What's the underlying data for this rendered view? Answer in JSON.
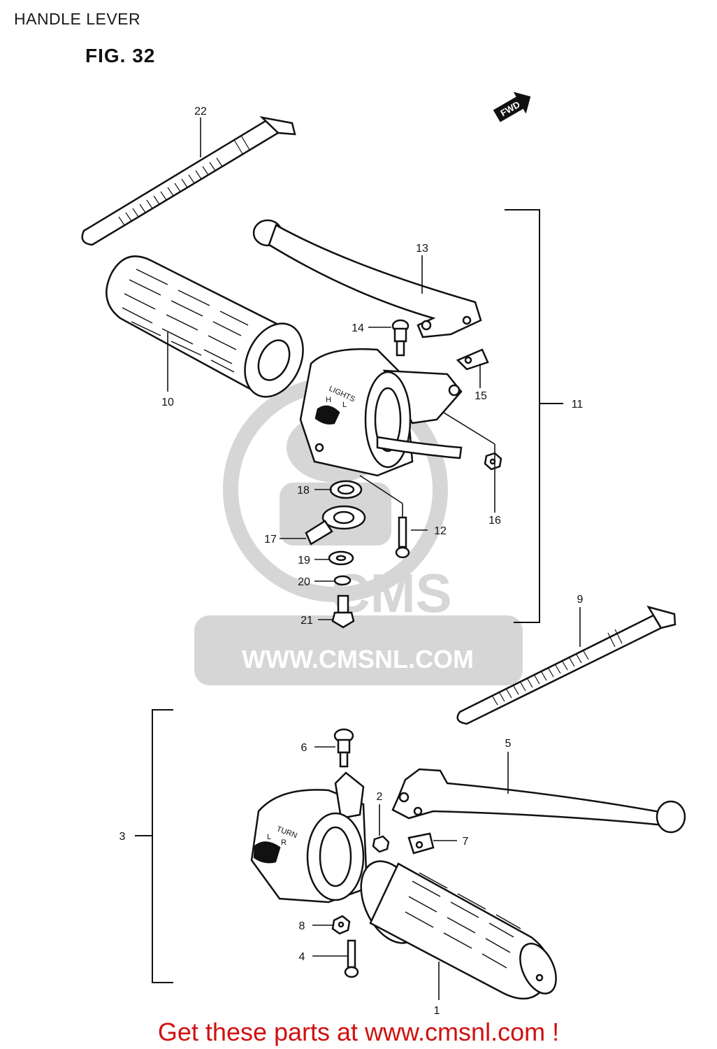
{
  "header": {
    "title": "HANDLE LEVER",
    "figure": "FIG. 32"
  },
  "diagram": {
    "fwd_arrow": "FWD",
    "switch_right_label": [
      "LIGHTS",
      "H",
      "L"
    ],
    "switch_left_label": [
      "TURN",
      "L",
      "R"
    ],
    "callouts": [
      "1",
      "2",
      "3",
      "4",
      "5",
      "6",
      "7",
      "8",
      "9",
      "10",
      "11",
      "12",
      "13",
      "14",
      "15",
      "16",
      "17",
      "18",
      "19",
      "20",
      "21",
      "22"
    ]
  },
  "watermark": {
    "logo_text": "CMS",
    "url_text": "WWW.CMSNL.COM",
    "color": "#d6d6d6"
  },
  "footer": {
    "link_text": "Get these parts at www.cmsnl.com !",
    "color": "#d01010"
  }
}
